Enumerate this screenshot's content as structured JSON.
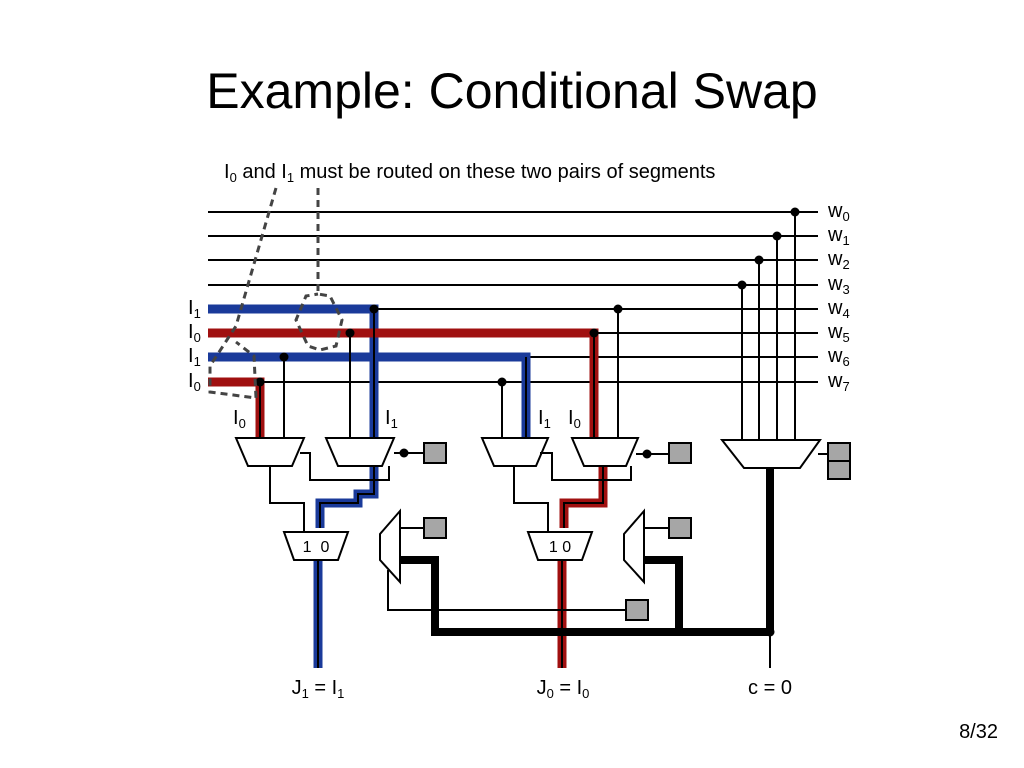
{
  "slide": {
    "title": "Example: Conditional Swap",
    "page": "8/32"
  },
  "callout": {
    "base": "I",
    "sub0": "0",
    "and": " and ",
    "sub1": "1",
    "rest": " must be routed on these two pairs of segments"
  },
  "wires": [
    {
      "base": "w",
      "sub": "0"
    },
    {
      "base": "w",
      "sub": "1"
    },
    {
      "base": "w",
      "sub": "2"
    },
    {
      "base": "w",
      "sub": "3"
    },
    {
      "base": "w",
      "sub": "4"
    },
    {
      "base": "w",
      "sub": "5"
    },
    {
      "base": "w",
      "sub": "6"
    },
    {
      "base": "w",
      "sub": "7"
    }
  ],
  "input_labels": [
    {
      "base": "I",
      "sub": "1"
    },
    {
      "base": "I",
      "sub": "0"
    },
    {
      "base": "I",
      "sub": "1"
    },
    {
      "base": "I",
      "sub": "0"
    }
  ],
  "mux_labels": [
    {
      "base": "I",
      "sub": "0"
    },
    {
      "base": "I",
      "sub": "1"
    },
    {
      "base": "I",
      "sub": "1"
    },
    {
      "base": "I",
      "sub": "0"
    }
  ],
  "swap_mux_labels": [
    "1  0",
    "1 0"
  ],
  "outputs": [
    {
      "base": "J",
      "sub": "1",
      "eq": " = I",
      "sub2": "1"
    },
    {
      "base": "J",
      "sub": "0",
      "eq": " = I",
      "sub2": "0"
    },
    {
      "text": "c = 0"
    }
  ],
  "colors": {
    "blue": "#1a3a9a",
    "red": "#a01010",
    "config": "#a6a6a6",
    "line": "#000000",
    "callout": "#444444"
  }
}
